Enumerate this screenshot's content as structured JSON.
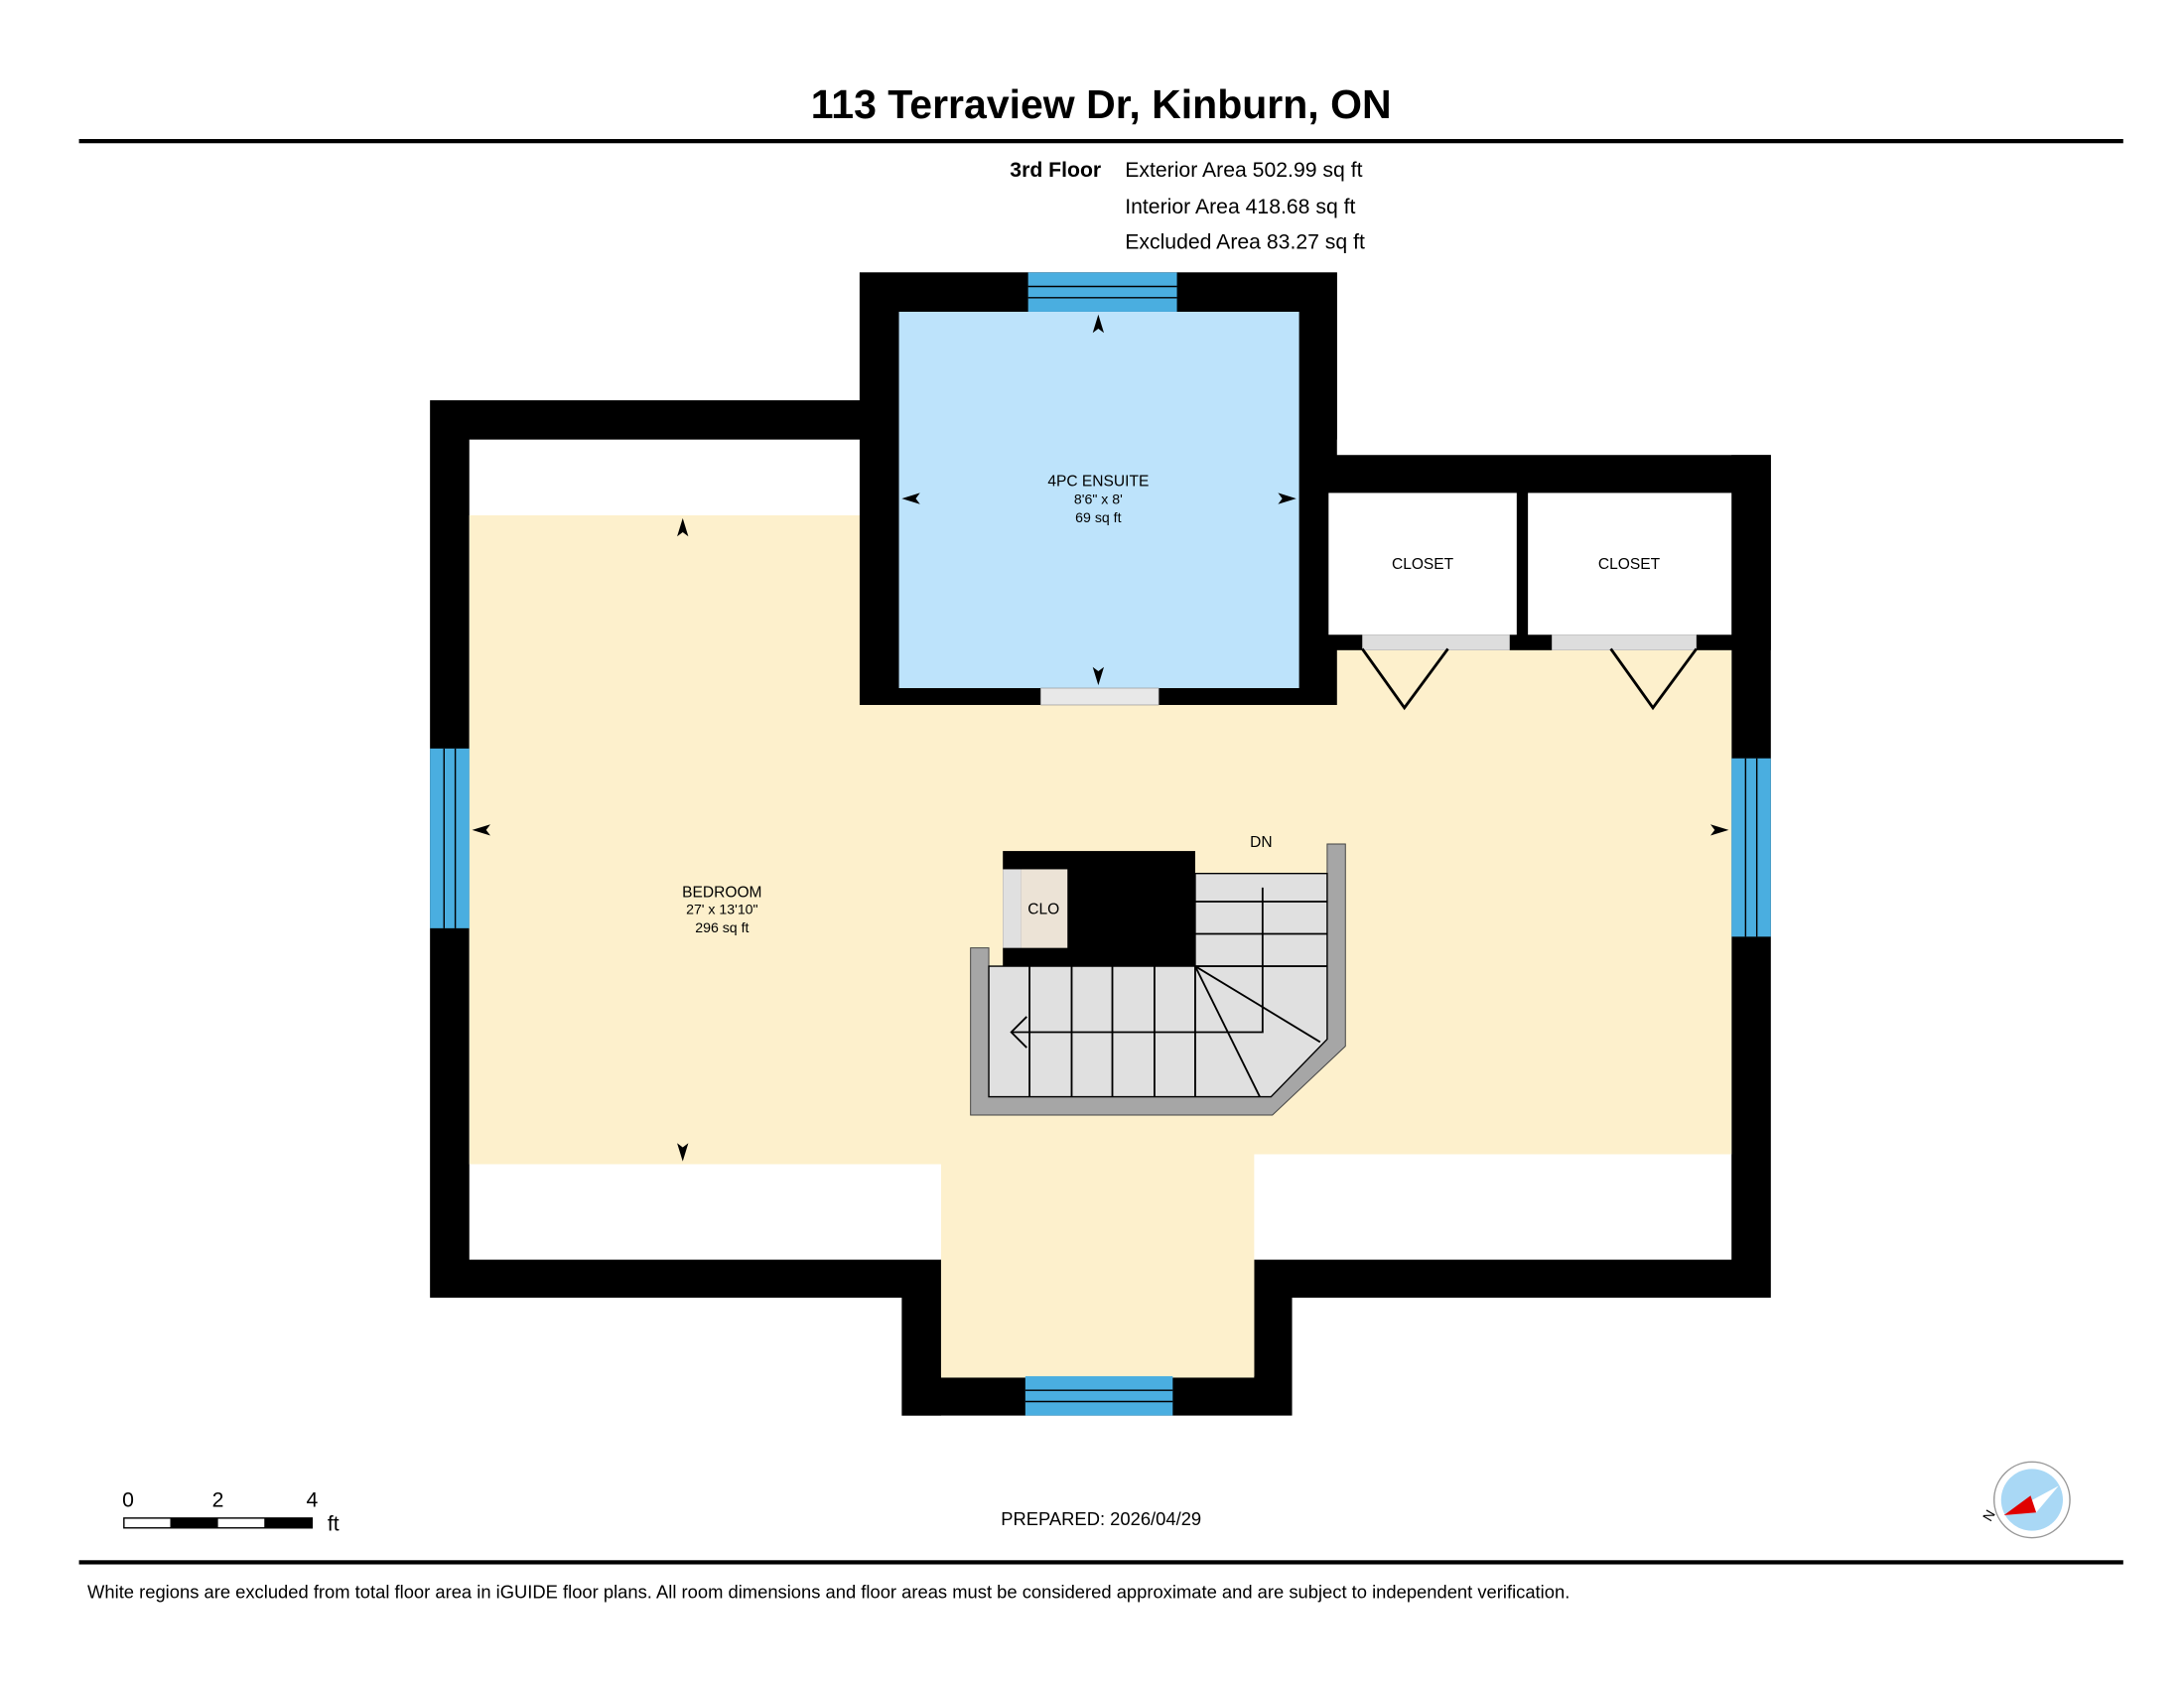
{
  "title": "113 Terraview Dr, Kinburn, ON",
  "floor": {
    "name": "3rd Floor",
    "exterior_area": "Exterior Area 502.99 sq ft",
    "interior_area": "Interior Area 418.68 sq ft",
    "excluded_area": "Excluded Area 83.27 sq ft"
  },
  "rooms": {
    "ensuite": {
      "name": "4PC ENSUITE",
      "dims": "8'6\" x 8'",
      "area": "69 sq ft"
    },
    "bedroom": {
      "name": "BEDROOM",
      "dims": "27' x 13'10\"",
      "area": "296 sq ft"
    },
    "closet1": {
      "name": "CLOSET"
    },
    "closet2": {
      "name": "CLOSET"
    },
    "clo": {
      "name": "CLO"
    },
    "stairs": {
      "label": "DN"
    }
  },
  "colors": {
    "wall": "#000000",
    "bedroom": "#fdf0cc",
    "ensuite": "#bde3fb",
    "window": "#4aaee0",
    "stair": "#e0e0e0",
    "rail": "#a6a6a6"
  },
  "scale": {
    "ticks": [
      "0",
      "2",
      "4"
    ],
    "unit": "ft"
  },
  "prepared": "PREPARED: 2026/04/29",
  "compass": {
    "label": "N"
  },
  "disclaimer": "White regions are excluded from total floor area in iGUIDE floor plans. All room dimensions and floor areas must be considered approximate and are subject to independent verification."
}
